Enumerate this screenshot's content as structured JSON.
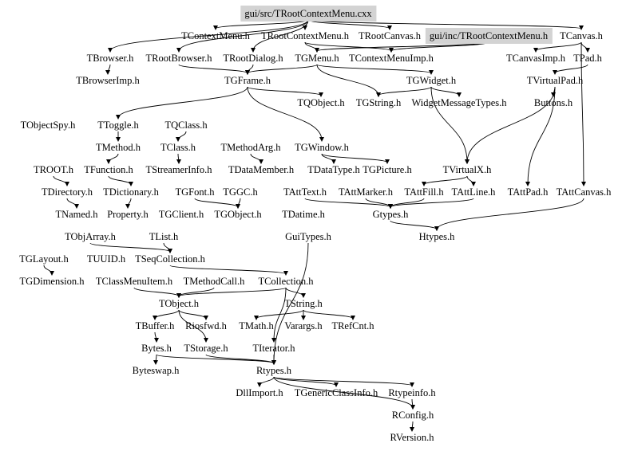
{
  "title": "gui/src/TRootContextMenu.cxx",
  "highlight_color": "#d3d3d3",
  "nodes": [
    {
      "id": "src",
      "label": "gui/src/TRootContextMenu.cxx",
      "highlighted": true
    },
    {
      "id": "TContextMenu",
      "label": "TContextMenu.h"
    },
    {
      "id": "TRootContextMenu",
      "label": "TRootContextMenu.h"
    },
    {
      "id": "TRootCanvas",
      "label": "TRootCanvas.h"
    },
    {
      "id": "inc",
      "label": "gui/inc/TRootContextMenu.h",
      "highlighted": true
    },
    {
      "id": "TCanvas",
      "label": "TCanvas.h"
    },
    {
      "id": "TBrowser",
      "label": "TBrowser.h"
    },
    {
      "id": "TRootBrowser",
      "label": "TRootBrowser.h"
    },
    {
      "id": "TRootDialog",
      "label": "TRootDialog.h"
    },
    {
      "id": "TGMenu",
      "label": "TGMenu.h"
    },
    {
      "id": "TContextMenuImp",
      "label": "TContextMenuImp.h"
    },
    {
      "id": "TCanvasImp",
      "label": "TCanvasImp.h"
    },
    {
      "id": "TPad",
      "label": "TPad.h"
    },
    {
      "id": "TBrowserImp",
      "label": "TBrowserImp.h"
    },
    {
      "id": "TGFrame",
      "label": "TGFrame.h"
    },
    {
      "id": "TGWidget",
      "label": "TGWidget.h"
    },
    {
      "id": "TVirtualPad",
      "label": "TVirtualPad.h"
    },
    {
      "id": "TQObject",
      "label": "TQObject.h"
    },
    {
      "id": "TGString",
      "label": "TGString.h"
    },
    {
      "id": "WidgetMessageTypes",
      "label": "WidgetMessageTypes.h"
    },
    {
      "id": "Buttons",
      "label": "Buttons.h"
    },
    {
      "id": "TObjectSpy",
      "label": "TObjectSpy.h"
    },
    {
      "id": "TToggle",
      "label": "TToggle.h"
    },
    {
      "id": "TQClass",
      "label": "TQClass.h"
    },
    {
      "id": "TMethod",
      "label": "TMethod.h"
    },
    {
      "id": "TClass",
      "label": "TClass.h"
    },
    {
      "id": "TMethodArg",
      "label": "TMethodArg.h"
    },
    {
      "id": "TGWindow",
      "label": "TGWindow.h"
    },
    {
      "id": "TROOT",
      "label": "TROOT.h"
    },
    {
      "id": "TFunction",
      "label": "TFunction.h"
    },
    {
      "id": "TStreamerInfo",
      "label": "TStreamerInfo.h"
    },
    {
      "id": "TDataMember",
      "label": "TDataMember.h"
    },
    {
      "id": "TDataType",
      "label": "TDataType.h"
    },
    {
      "id": "TGPicture",
      "label": "TGPicture.h"
    },
    {
      "id": "TVirtualX",
      "label": "TVirtualX.h"
    },
    {
      "id": "TDirectory",
      "label": "TDirectory.h"
    },
    {
      "id": "TDictionary",
      "label": "TDictionary.h"
    },
    {
      "id": "TGFont",
      "label": "TGFont.h"
    },
    {
      "id": "TGGC",
      "label": "TGGC.h"
    },
    {
      "id": "TAttText",
      "label": "TAttText.h"
    },
    {
      "id": "TAttMarker",
      "label": "TAttMarker.h"
    },
    {
      "id": "TAttFill",
      "label": "TAttFill.h"
    },
    {
      "id": "TAttLine",
      "label": "TAttLine.h"
    },
    {
      "id": "TAttPad",
      "label": "TAttPad.h"
    },
    {
      "id": "TAttCanvas",
      "label": "TAttCanvas.h"
    },
    {
      "id": "TNamed",
      "label": "TNamed.h"
    },
    {
      "id": "Property",
      "label": "Property.h"
    },
    {
      "id": "TGClient",
      "label": "TGClient.h"
    },
    {
      "id": "TGObject",
      "label": "TGObject.h"
    },
    {
      "id": "TDatime",
      "label": "TDatime.h"
    },
    {
      "id": "Gtypes",
      "label": "Gtypes.h"
    },
    {
      "id": "TObjArray",
      "label": "TObjArray.h"
    },
    {
      "id": "TList",
      "label": "TList.h"
    },
    {
      "id": "GuiTypes",
      "label": "GuiTypes.h"
    },
    {
      "id": "Htypes",
      "label": "Htypes.h"
    },
    {
      "id": "TGLayout",
      "label": "TGLayout.h"
    },
    {
      "id": "TUUID",
      "label": "TUUID.h"
    },
    {
      "id": "TSeqCollection",
      "label": "TSeqCollection.h"
    },
    {
      "id": "TGDimension",
      "label": "TGDimension.h"
    },
    {
      "id": "TClassMenuItem",
      "label": "TClassMenuItem.h"
    },
    {
      "id": "TMethodCall",
      "label": "TMethodCall.h"
    },
    {
      "id": "TCollection",
      "label": "TCollection.h"
    },
    {
      "id": "TObject",
      "label": "TObject.h"
    },
    {
      "id": "TString",
      "label": "TString.h"
    },
    {
      "id": "TBuffer",
      "label": "TBuffer.h"
    },
    {
      "id": "Riosfwd",
      "label": "Riosfwd.h"
    },
    {
      "id": "TMath",
      "label": "TMath.h"
    },
    {
      "id": "Varargs",
      "label": "Varargs.h"
    },
    {
      "id": "TRefCnt",
      "label": "TRefCnt.h"
    },
    {
      "id": "Bytes",
      "label": "Bytes.h"
    },
    {
      "id": "TStorage",
      "label": "TStorage.h"
    },
    {
      "id": "TIterator",
      "label": "TIterator.h"
    },
    {
      "id": "Byteswap",
      "label": "Byteswap.h"
    },
    {
      "id": "Rtypes",
      "label": "Rtypes.h"
    },
    {
      "id": "DllImport",
      "label": "DllImport.h"
    },
    {
      "id": "TGenericClassInfo",
      "label": "TGenericClassInfo.h"
    },
    {
      "id": "Rtypeinfo",
      "label": "Rtypeinfo.h"
    },
    {
      "id": "RConfig",
      "label": "RConfig.h"
    },
    {
      "id": "RVersion",
      "label": "RVersion.h"
    }
  ],
  "edges": [
    [
      "src",
      "TContextMenu"
    ],
    [
      "src",
      "TRootContextMenu"
    ],
    [
      "src",
      "TRootCanvas"
    ],
    [
      "src",
      "TCanvas"
    ],
    [
      "src",
      "TBrowser"
    ],
    [
      "src",
      "TRootBrowser"
    ],
    [
      "src",
      "TRootDialog"
    ],
    [
      "TRootContextMenu",
      "TGMenu"
    ],
    [
      "TRootContextMenu",
      "TContextMenuImp"
    ],
    [
      "inc",
      "TGMenu"
    ],
    [
      "inc",
      "TContextMenuImp"
    ],
    [
      "TCanvas",
      "TCanvasImp"
    ],
    [
      "TCanvas",
      "TPad"
    ],
    [
      "TCanvas",
      "TAttCanvas"
    ],
    [
      "TPad",
      "TVirtualPad"
    ],
    [
      "TVirtualPad",
      "Buttons"
    ],
    [
      "TBrowser",
      "TBrowserImp"
    ],
    [
      "TRootBrowser",
      "TGFrame"
    ],
    [
      "TRootDialog",
      "TGFrame"
    ],
    [
      "TGMenu",
      "TGFrame"
    ],
    [
      "TGMenu",
      "TGString"
    ],
    [
      "TGMenu",
      "TGWidget"
    ],
    [
      "TGFrame",
      "TQObject"
    ],
    [
      "TGFrame",
      "TGWindow"
    ],
    [
      "TGFrame",
      "TToggle"
    ],
    [
      "TGWidget",
      "TGString"
    ],
    [
      "TGWidget",
      "WidgetMessageTypes"
    ],
    [
      "TGWidget",
      "TVirtualX"
    ],
    [
      "TToggle",
      "TMethod"
    ],
    [
      "TQClass",
      "TClass"
    ],
    [
      "TMethod",
      "TFunction"
    ],
    [
      "TClass",
      "TStreamerInfo"
    ],
    [
      "TMethodArg",
      "TDataMember"
    ],
    [
      "TGWindow",
      "TDataType"
    ],
    [
      "TGWindow",
      "TGPicture"
    ],
    [
      "TVirtualPad",
      "TVirtualX"
    ],
    [
      "TVirtualX",
      "TAttFill"
    ],
    [
      "TVirtualX",
      "TAttLine"
    ],
    [
      "TVirtualPad",
      "TAttPad"
    ],
    [
      "TROOT",
      "TDirectory"
    ],
    [
      "TFunction",
      "TDictionary"
    ],
    [
      "TDirectory",
      "TNamed"
    ],
    [
      "TDictionary",
      "Property"
    ],
    [
      "TGGC",
      "TGObject"
    ],
    [
      "TGFont",
      "TGObject"
    ],
    [
      "TAttMarker",
      "Gtypes"
    ],
    [
      "TAttFill",
      "Gtypes"
    ],
    [
      "TAttLine",
      "Gtypes"
    ],
    [
      "TAttText",
      "Gtypes"
    ],
    [
      "TAttCanvas",
      "Htypes"
    ],
    [
      "TObjArray",
      "TSeqCollection"
    ],
    [
      "TList",
      "TSeqCollection"
    ],
    [
      "TGLayout",
      "TGDimension"
    ],
    [
      "TSeqCollection",
      "TCollection"
    ],
    [
      "TClassMenuItem",
      "TObject"
    ],
    [
      "TMethodCall",
      "TObject"
    ],
    [
      "TCollection",
      "TObject"
    ],
    [
      "TCollection",
      "TString"
    ],
    [
      "TString",
      "Varargs"
    ],
    [
      "TString",
      "TRefCnt"
    ],
    [
      "TString",
      "TMath"
    ],
    [
      "TObject",
      "TBuffer"
    ],
    [
      "TObject",
      "Riosfwd"
    ],
    [
      "TObject",
      "TStorage"
    ],
    [
      "TCollection",
      "TIterator"
    ],
    [
      "TBuffer",
      "Bytes"
    ],
    [
      "Bytes",
      "Byteswap"
    ],
    [
      "TStorage",
      "Rtypes"
    ],
    [
      "TIterator",
      "Rtypes"
    ],
    [
      "Bytes",
      "Rtypes"
    ],
    [
      "Rtypes",
      "DllImport"
    ],
    [
      "Rtypes",
      "TGenericClassInfo"
    ],
    [
      "Rtypes",
      "Rtypeinfo"
    ],
    [
      "Rtypes",
      "RConfig"
    ],
    [
      "Rtypeinfo",
      "RConfig"
    ],
    [
      "RConfig",
      "RVersion"
    ],
    [
      "Gtypes",
      "Htypes"
    ],
    [
      "GuiTypes",
      "Rtypes"
    ]
  ]
}
